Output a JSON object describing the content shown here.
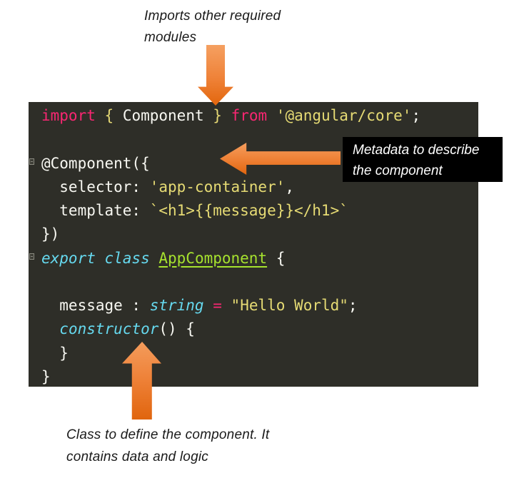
{
  "annotations": {
    "imports_note": "Imports other required\nmodules",
    "metadata_note": "Metadata to describe\nthe component",
    "class_note": "Class to define the component. It\ncontains data and logic"
  },
  "colors": {
    "arrow_orange": "#ED7D31",
    "code_background": "#2e2e28",
    "code_foreground": "#f8f8f2",
    "keyword_pink": "#f92672",
    "string_yellow": "#e6db74",
    "bracket_gold": "#e5d874",
    "type_cyan": "#66d9ef",
    "class_green": "#a6e22e",
    "callout_background": "#000000",
    "callout_text": "#ffffff"
  },
  "icons": {
    "arrow_down": "down-arrow pointing at import statement",
    "arrow_left": "left-arrow pointing at @Component decorator",
    "arrow_up": "up-arrow pointing at constructor",
    "fold_marker": "code fold marker"
  },
  "code": {
    "language": "typescript",
    "lines": [
      [
        {
          "t": "import ",
          "c": "kw"
        },
        {
          "t": "{",
          "c": "gold"
        },
        {
          "t": " Component ",
          "c": "fg"
        },
        {
          "t": "}",
          "c": "gold"
        },
        {
          "t": " ",
          "c": "fg"
        },
        {
          "t": "from",
          "c": "kw"
        },
        {
          "t": " ",
          "c": "fg"
        },
        {
          "t": "'@angular/core'",
          "c": "str"
        },
        {
          "t": ";",
          "c": "fg"
        }
      ],
      [],
      [
        {
          "t": "@Component({",
          "c": "fg"
        }
      ],
      [
        {
          "t": "  selector: ",
          "c": "fg"
        },
        {
          "t": "'app-container'",
          "c": "str"
        },
        {
          "t": ",",
          "c": "fg"
        }
      ],
      [
        {
          "t": "  template: ",
          "c": "fg"
        },
        {
          "t": "`<h1>{{message}}</h1>`",
          "c": "str"
        }
      ],
      [
        {
          "t": "})",
          "c": "fg"
        }
      ],
      [
        {
          "t": "export class ",
          "c": "typ"
        },
        {
          "t": "AppComponent",
          "c": "cls"
        },
        {
          "t": " {",
          "c": "fg"
        }
      ],
      [],
      [
        {
          "t": "  message : ",
          "c": "fg"
        },
        {
          "t": "string",
          "c": "typ"
        },
        {
          "t": " ",
          "c": "fg"
        },
        {
          "t": "=",
          "c": "kw"
        },
        {
          "t": " ",
          "c": "fg"
        },
        {
          "t": "\"Hello World\"",
          "c": "str"
        },
        {
          "t": ";",
          "c": "fg"
        }
      ],
      [
        {
          "t": "  ",
          "c": "fg"
        },
        {
          "t": "constructor",
          "c": "typ"
        },
        {
          "t": "() {",
          "c": "fg"
        }
      ],
      [
        {
          "t": "  }",
          "c": "fg"
        }
      ],
      [
        {
          "t": "}",
          "c": "fg"
        }
      ]
    ]
  }
}
